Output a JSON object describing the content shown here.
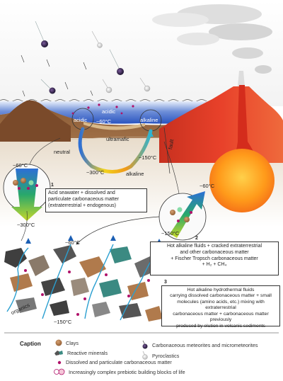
{
  "labels": {
    "acidic_1": "acidic",
    "acidic_2": "acidic",
    "temp_60_top": "~60°C",
    "alkaline_top": "alkaline",
    "ultramafic": "ultramafic",
    "neutral": "neutral",
    "fault": "fault",
    "temp_150_mid": "~150°C",
    "temp_300_mid": "~300°C",
    "alkaline_mid": "alkaline",
    "temp_60_left": "~60°C",
    "temp_300_left": "~300°C",
    "temp_60_right": "~60°C",
    "temp_150_right": "~150°C",
    "temp_60_sed": "~60°C",
    "temp_150_sed": "~150°C",
    "organics": "organics"
  },
  "boxes": {
    "box1": {
      "number": "1",
      "line1": "Acid seawater + dissolved and",
      "line2": "particulate carbonaceous matter",
      "line3": "(extraterrestrial + endogenous)"
    },
    "box2": {
      "number": "2",
      "line1": "Hot alkaline fluids + cracked extraterrestrial",
      "line2": "and other carbonaceous matter",
      "line3": "+ Fischer Tropsch carbonaceous matter",
      "line4": "+ H₂ + CH₄"
    },
    "box3": {
      "number": "3",
      "line1": "Hot alkaline hydrothermal fluids",
      "line2": "carrying dissolved carbonaceous matter + small",
      "line3": "molecules (amino acids, etc.) mixing with extraterrestrial",
      "line4": "carbonaceous matter + carbonaceous matter previously",
      "line5": "produced by elution in volcanic sediments"
    }
  },
  "caption": {
    "title": "Caption",
    "clays": "Clays",
    "reactive_minerals": "Reactive minerals",
    "dissolved": "Dissolved and particulate carbonaceous matter",
    "blocks": "Increasingly complex prebiotic building blocks of life",
    "meteorites": "Carbonaceous meteorites and micrometeorites",
    "pyroclastics": "Pyroclastics"
  },
  "colors": {
    "sea_blue": "#2f5cc4",
    "mountain": "#8a5a34",
    "lava": "#e8412a",
    "magma": "#ff9a1a",
    "carbon_dot": "#b0126a",
    "clay": "#b07a4c"
  }
}
